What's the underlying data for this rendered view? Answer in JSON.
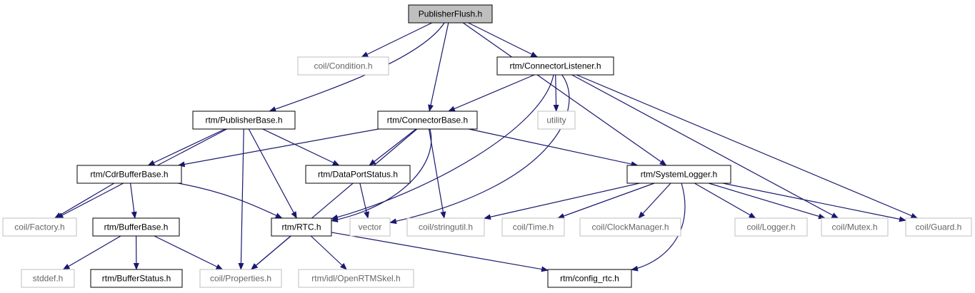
{
  "colors": {
    "edge": "#191970",
    "root_fill": "#bfbfbf",
    "box_border_internal": "#000000",
    "box_border_external": "#bfbfbf",
    "text_internal": "#000000",
    "text_external": "#666666"
  },
  "nodes": [
    {
      "id": "root",
      "label": "PublisherFlush.h",
      "kind": "root"
    },
    {
      "id": "cond",
      "label": "coil/Condition.h",
      "kind": "external"
    },
    {
      "id": "connlist",
      "label": "rtm/ConnectorListener.h",
      "kind": "internal"
    },
    {
      "id": "pubbase",
      "label": "rtm/PublisherBase.h",
      "kind": "internal"
    },
    {
      "id": "connbase",
      "label": "rtm/ConnectorBase.h",
      "kind": "internal"
    },
    {
      "id": "utility",
      "label": "utility",
      "kind": "external"
    },
    {
      "id": "cdrbuf",
      "label": "rtm/CdrBufferBase.h",
      "kind": "internal"
    },
    {
      "id": "dps",
      "label": "rtm/DataPortStatus.h",
      "kind": "internal"
    },
    {
      "id": "syslog",
      "label": "rtm/SystemLogger.h",
      "kind": "internal"
    },
    {
      "id": "factory",
      "label": "coil/Factory.h",
      "kind": "external"
    },
    {
      "id": "bufbase",
      "label": "rtm/BufferBase.h",
      "kind": "internal"
    },
    {
      "id": "rtc",
      "label": "rtm/RTC.h",
      "kind": "internal"
    },
    {
      "id": "vector",
      "label": "vector",
      "kind": "external"
    },
    {
      "id": "strutil",
      "label": "coil/stringutil.h",
      "kind": "external"
    },
    {
      "id": "time",
      "label": "coil/Time.h",
      "kind": "external"
    },
    {
      "id": "clock",
      "label": "coil/ClockManager.h",
      "kind": "external"
    },
    {
      "id": "logger",
      "label": "coil/Logger.h",
      "kind": "external"
    },
    {
      "id": "mutex",
      "label": "coil/Mutex.h",
      "kind": "external"
    },
    {
      "id": "guard",
      "label": "coil/Guard.h",
      "kind": "external"
    },
    {
      "id": "stddef",
      "label": "stddef.h",
      "kind": "external"
    },
    {
      "id": "bufstat",
      "label": "rtm/BufferStatus.h",
      "kind": "internal"
    },
    {
      "id": "props",
      "label": "coil/Properties.h",
      "kind": "external"
    },
    {
      "id": "skel",
      "label": "rtm/idl/OpenRTMSkel.h",
      "kind": "external"
    },
    {
      "id": "config",
      "label": "rtm/config_rtc.h",
      "kind": "internal"
    }
  ],
  "edges": [
    [
      "root",
      "cond"
    ],
    [
      "root",
      "connlist"
    ],
    [
      "root",
      "pubbase"
    ],
    [
      "root",
      "connbase"
    ],
    [
      "root",
      "syslog"
    ],
    [
      "connlist",
      "connbase"
    ],
    [
      "connlist",
      "utility"
    ],
    [
      "connlist",
      "rtc"
    ],
    [
      "connlist",
      "vector"
    ],
    [
      "connlist",
      "mutex"
    ],
    [
      "connlist",
      "guard"
    ],
    [
      "pubbase",
      "factory"
    ],
    [
      "pubbase",
      "cdrbuf"
    ],
    [
      "pubbase",
      "dps"
    ],
    [
      "pubbase",
      "props"
    ],
    [
      "pubbase",
      "rtc"
    ],
    [
      "connbase",
      "cdrbuf"
    ],
    [
      "connbase",
      "dps"
    ],
    [
      "connbase",
      "props"
    ],
    [
      "connbase",
      "rtc"
    ],
    [
      "connbase",
      "strutil"
    ],
    [
      "connbase",
      "syslog"
    ],
    [
      "cdrbuf",
      "factory"
    ],
    [
      "cdrbuf",
      "bufbase"
    ],
    [
      "cdrbuf",
      "rtc"
    ],
    [
      "dps",
      "vector"
    ],
    [
      "syslog",
      "strutil"
    ],
    [
      "syslog",
      "time"
    ],
    [
      "syslog",
      "clock"
    ],
    [
      "syslog",
      "logger"
    ],
    [
      "syslog",
      "mutex"
    ],
    [
      "syslog",
      "guard"
    ],
    [
      "syslog",
      "config"
    ],
    [
      "bufbase",
      "stddef"
    ],
    [
      "bufbase",
      "bufstat"
    ],
    [
      "bufbase",
      "props"
    ],
    [
      "rtc",
      "props"
    ],
    [
      "rtc",
      "skel"
    ],
    [
      "rtc",
      "config"
    ]
  ]
}
